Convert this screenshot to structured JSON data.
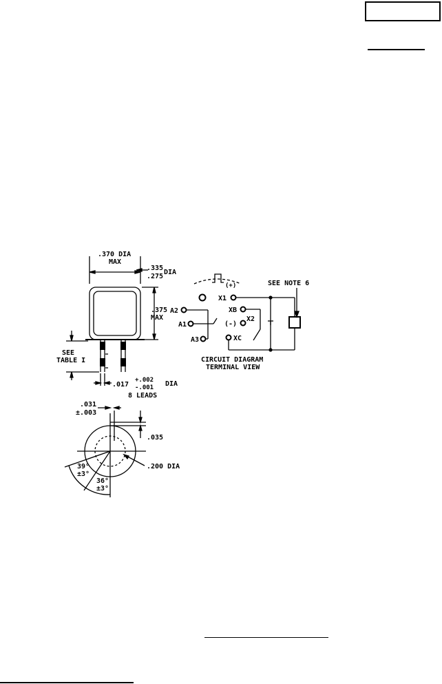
{
  "drawing": {
    "case_labels": {
      "width_dim": ".370 DIA",
      "width_note": "MAX",
      "header_dim_top": ".335",
      "header_dim_bottom": ".275",
      "header_dim_suffix": "DIA",
      "height_dim": ".375",
      "height_note": "MAX",
      "see_label": "SEE",
      "table_label": "TABLE I",
      "lead_dim": ".017",
      "lead_tol_plus": "+.002",
      "lead_tol_minus": "-.001",
      "lead_dim_suffix": "DIA",
      "lead_count": "8 LEADS"
    },
    "circuit_labels": {
      "polarity_plus": "(+)",
      "polarity_minus": "(-)",
      "see_note": "SEE NOTE 6",
      "x1": "X1",
      "xb": "XB",
      "x2": "X2",
      "xc": "XC",
      "a1": "A1",
      "a2": "A2",
      "a3": "A3",
      "title": "CIRCUIT DIAGRAM",
      "subtitle": "TERMINAL VIEW"
    },
    "base_labels": {
      "pin_dim": ".031",
      "pin_tol": "±.003",
      "offset_dim": ".035",
      "circle_dim": ".200 DIA",
      "angle1": "39°",
      "angle1_tol": "±3°",
      "angle2": "36°",
      "angle2_tol": "±3°"
    }
  }
}
